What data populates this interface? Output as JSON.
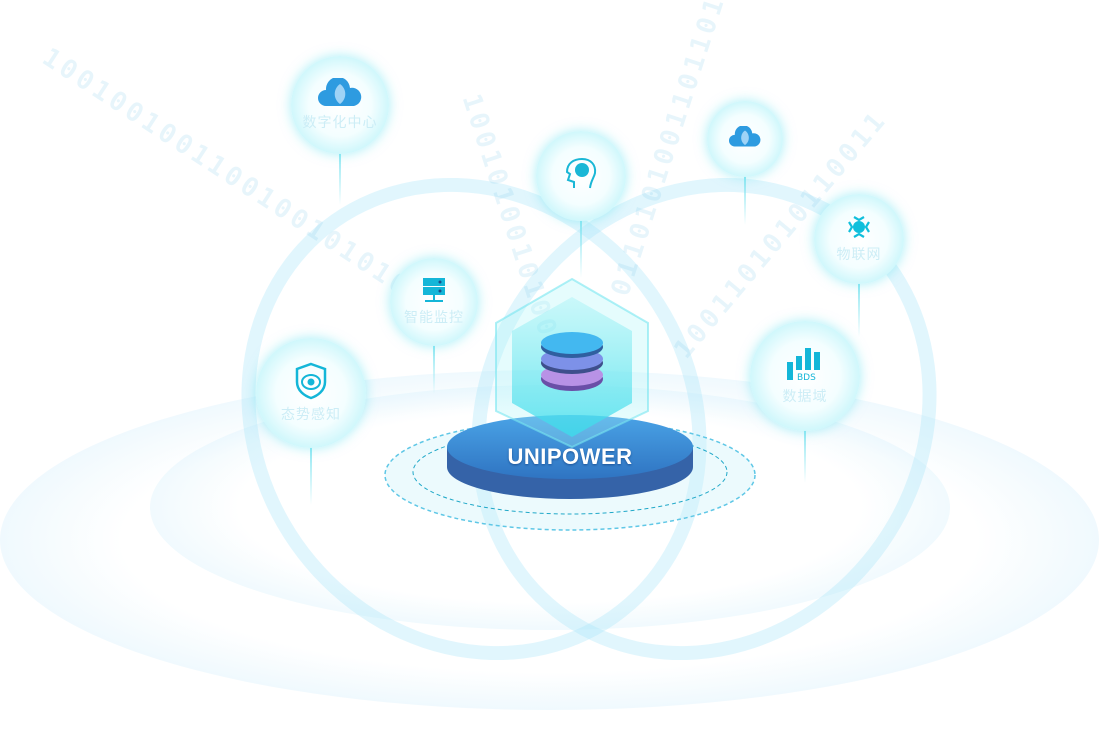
{
  "center": {
    "label": "UNIPOWER",
    "icon": "database-icon"
  },
  "nodes": [
    {
      "id": "digital-center",
      "label": "数字化中心",
      "icon": "cloud-leaf-icon"
    },
    {
      "id": "ai-brain",
      "label": "",
      "icon": "brain-chip-icon"
    },
    {
      "id": "cloud",
      "label": "",
      "icon": "cloud-leaf-icon"
    },
    {
      "id": "iot",
      "label": "物联网",
      "icon": "sun-sensor-icon"
    },
    {
      "id": "monitoring",
      "label": "智能监控",
      "icon": "server-icon"
    },
    {
      "id": "situation",
      "label": "态势感知",
      "icon": "shield-eye-icon"
    },
    {
      "id": "data-domain",
      "label": "数据域",
      "icon": "bar-chart-icon",
      "icon_text": "BDS"
    }
  ],
  "binary_streams": [
    "1001001001100100101010",
    "1001010010100101",
    "0110101001101101",
    "1001101010110011"
  ],
  "colors": {
    "accent": "#1ec8e0",
    "platform": "#3a86cf",
    "bubble_edge": "#8eeaf3"
  }
}
